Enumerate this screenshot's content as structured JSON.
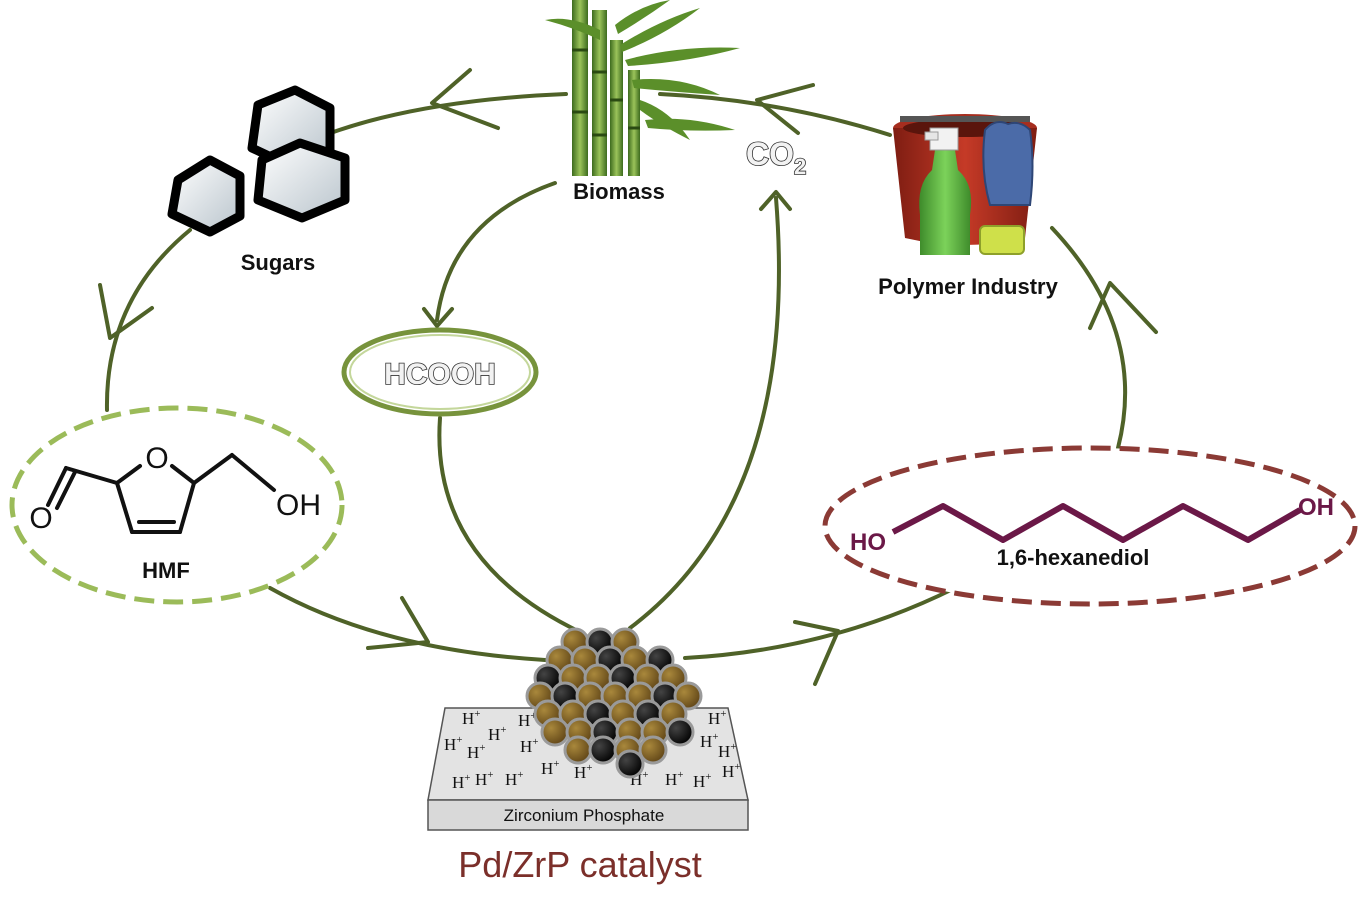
{
  "labels": {
    "biomass": "Biomass",
    "sugars": "Sugars",
    "hmf": "HMF",
    "hcooh": "HCOOH",
    "co2_main": "CO",
    "co2_sub": "2",
    "polymer": "Polymer Industry",
    "hexanediol": "1,6-hexanediol",
    "ho_left": "HO",
    "oh_right": "OH"
  },
  "hmf_structure": {
    "ring_oxygen": "O",
    "aldehyde_oxygen": "O",
    "hydroxyl": "OH"
  },
  "catalyst": {
    "support_label": "Zirconium Phosphate",
    "proton_label": "H",
    "proton_charge": "+",
    "caption": "Pd/ZrP catalyst"
  },
  "colors": {
    "arrow": "#4f6228",
    "hmf_border": "#9bbb59",
    "hcooh_border": "#77933c",
    "hexanediol_border": "#8b3a35",
    "chain": "#6b1847",
    "caption": "#7b2f2a",
    "particle_brown": "#7a5c23",
    "particle_black": "#111111"
  }
}
